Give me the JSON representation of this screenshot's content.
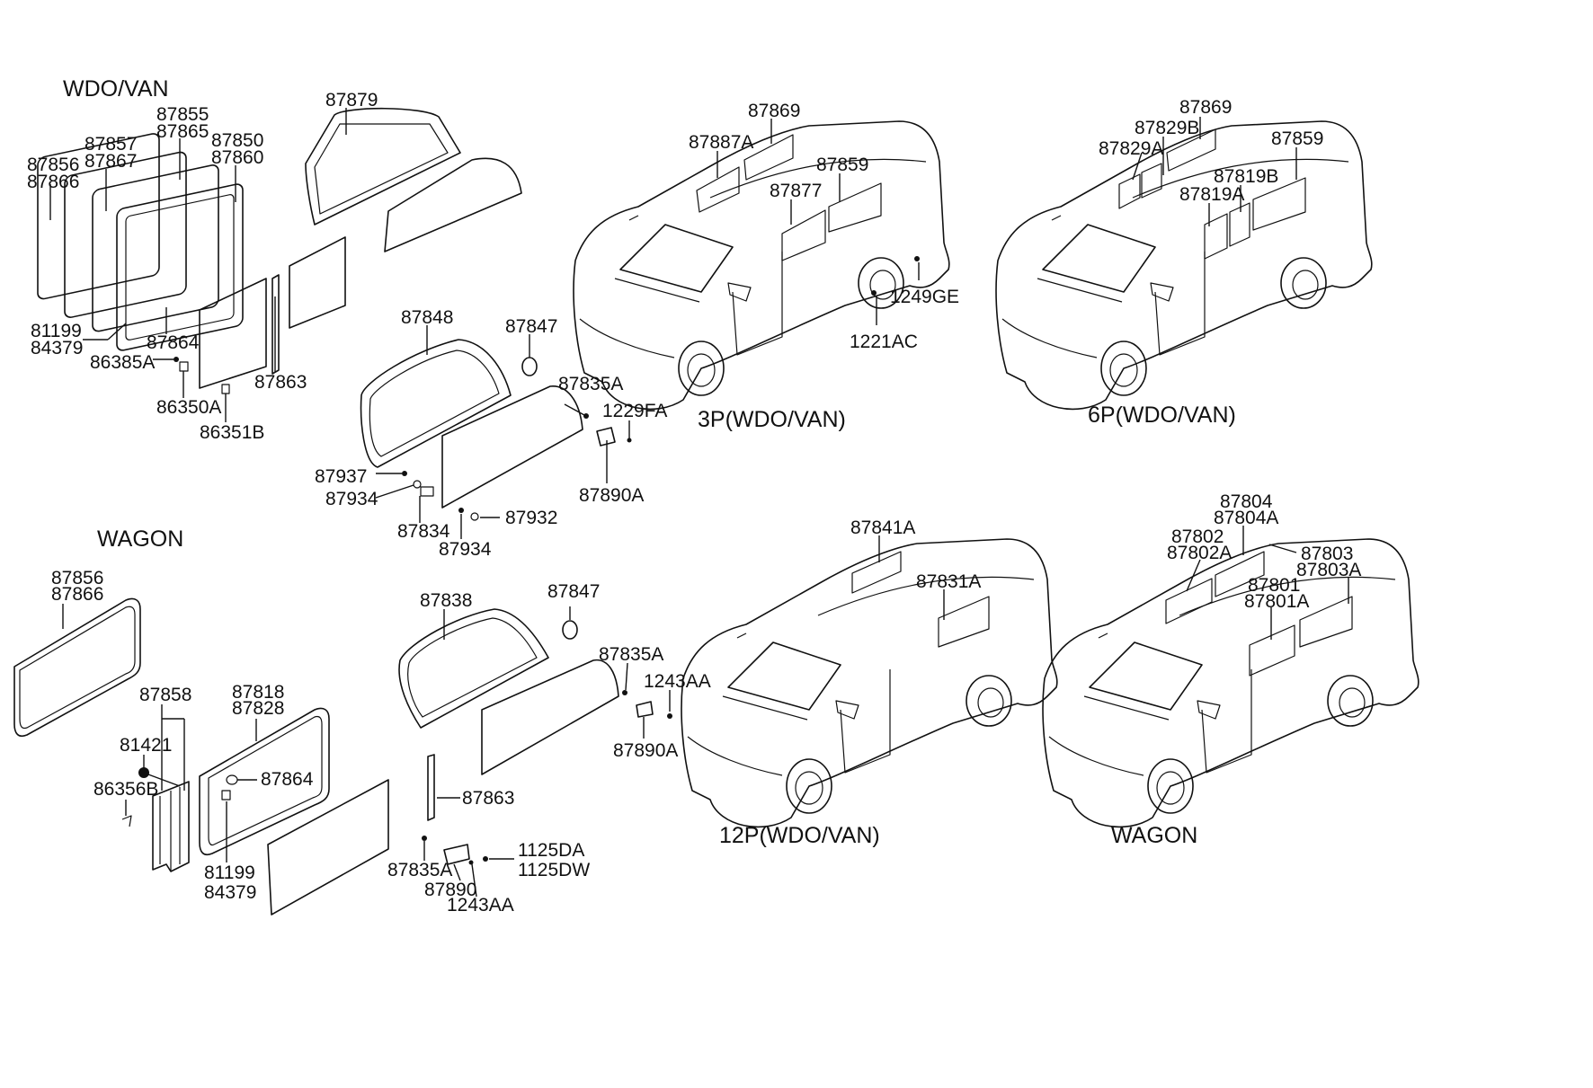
{
  "sections": {
    "wdo_van": "WDO/VAN",
    "wagon_left": "WAGON",
    "p3": "3P(WDO/VAN)",
    "p6": "6P(WDO/VAN)",
    "p12": "12P(WDO/VAN)",
    "wagon_right": "WAGON"
  },
  "parts": {
    "p87879": "87879",
    "p87855": "87855",
    "p87865": "87865",
    "p87857": "87857",
    "p87867": "87867",
    "p87850": "87850",
    "p87860": "87860",
    "p87856a": "87856",
    "p87866a": "87866",
    "p81199a": "81199",
    "p84379a": "84379",
    "p87864a": "87864",
    "p86385A": "86385A",
    "p86350A": "86350A",
    "p86351B": "86351B",
    "p87863a": "87863",
    "p87848": "87848",
    "p87847a": "87847",
    "p87835Aa": "87835A",
    "p1229FA": "1229FA",
    "p87890Aa": "87890A",
    "p87937": "87937",
    "p87934a": "87934",
    "p87834": "87834",
    "p87934b": "87934",
    "p87932": "87932",
    "c3_87869": "87869",
    "c3_87887A": "87887A",
    "c3_87859": "87859",
    "c3_87877": "87877",
    "p1249GE": "1249GE",
    "p1221AC": "1221AC",
    "c6_87869": "87869",
    "c6_87829B": "87829B",
    "c6_87829A": "87829A",
    "c6_87859": "87859",
    "c6_87819B": "87819B",
    "c6_87819A": "87819A",
    "p87856b": "87856",
    "p87866b": "87866",
    "p87858": "87858",
    "p81421": "81421",
    "p86356B": "86356B",
    "p87818": "87818",
    "p87828": "87828",
    "p87864b": "87864",
    "p81199b": "81199",
    "p84379b": "84379",
    "p87838": "87838",
    "p87847b": "87847",
    "p87835Ab": "87835A",
    "p1243AAa": "1243AA",
    "p87890Ab": "87890A",
    "p87863b": "87863",
    "p87835Ac": "87835A",
    "p87890": "87890",
    "p1243AAb": "1243AA",
    "p1125DA": "1125DA",
    "p1125DW": "1125DW",
    "c12_87841A": "87841A",
    "c12_87831A": "87831A",
    "w_87804": "87804",
    "w_87804A": "87804A",
    "w_87802": "87802",
    "w_87802A": "87802A",
    "w_87803": "87803",
    "w_87803A": "87803A",
    "w_87801": "87801",
    "w_87801A": "87801A"
  }
}
